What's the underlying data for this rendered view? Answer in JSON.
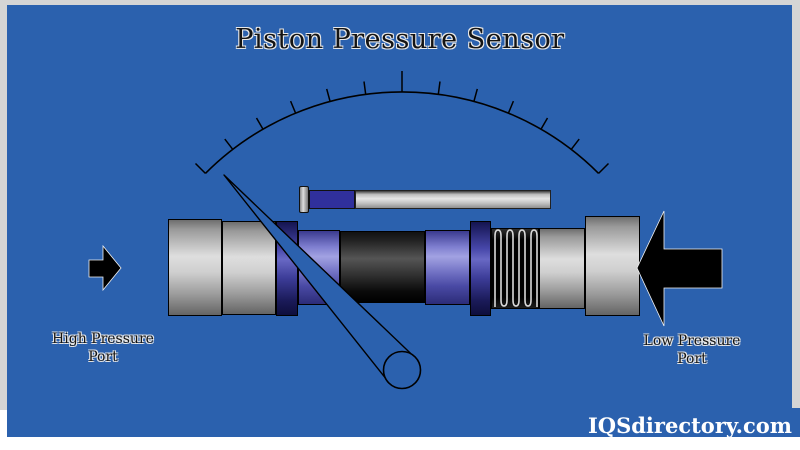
{
  "title": "Piston Pressure Sensor",
  "ports": {
    "high": {
      "line1": "High Pressure",
      "line2": "Port"
    },
    "low": {
      "line1": "Low Pressure",
      "line2": "Port"
    }
  },
  "watermark": "IQSdirectory.com",
  "gauge": {
    "tick_count": 13,
    "needle_direction": "upper-left"
  },
  "colors": {
    "background": "#2b61ae",
    "frame_gray": "#d5d5d5",
    "metal_light": "#dedede",
    "metal_dark": "#6e6e6e",
    "slate_blue": "#7f7fd0",
    "navy_ring": "#141450",
    "piston_black": "#0a0a0a",
    "bolt_blue": "#30309c",
    "arrow_black": "#000000",
    "line_black": "#000000",
    "label_text": "#141414",
    "watermark_text": "#ffffff"
  }
}
